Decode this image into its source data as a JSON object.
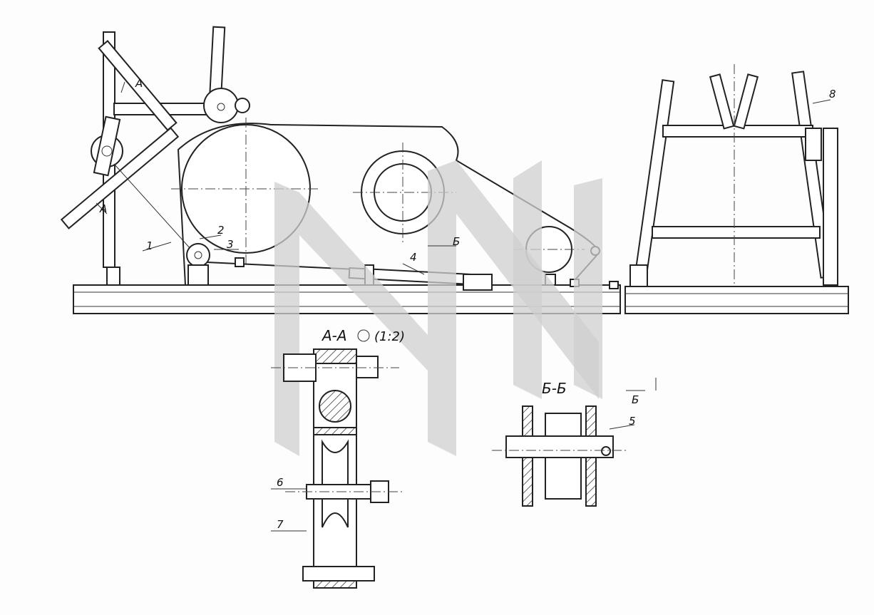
{
  "drawing": {
    "callouts": [
      "1",
      "2",
      "3",
      "4",
      "5",
      "6",
      "7",
      "8"
    ],
    "section_mark_a_top": "А",
    "section_mark_a_bottom": "А",
    "section_mark_b": "Б",
    "section_mark_b_right": "Б",
    "section_aa_title": "А-А",
    "section_aa_scale": "(1:2)",
    "section_bb_title": "Б-Б"
  },
  "colors": {
    "ink": "#222222",
    "watermark": "#cfcfcf",
    "paper": "#fdfdfd"
  }
}
